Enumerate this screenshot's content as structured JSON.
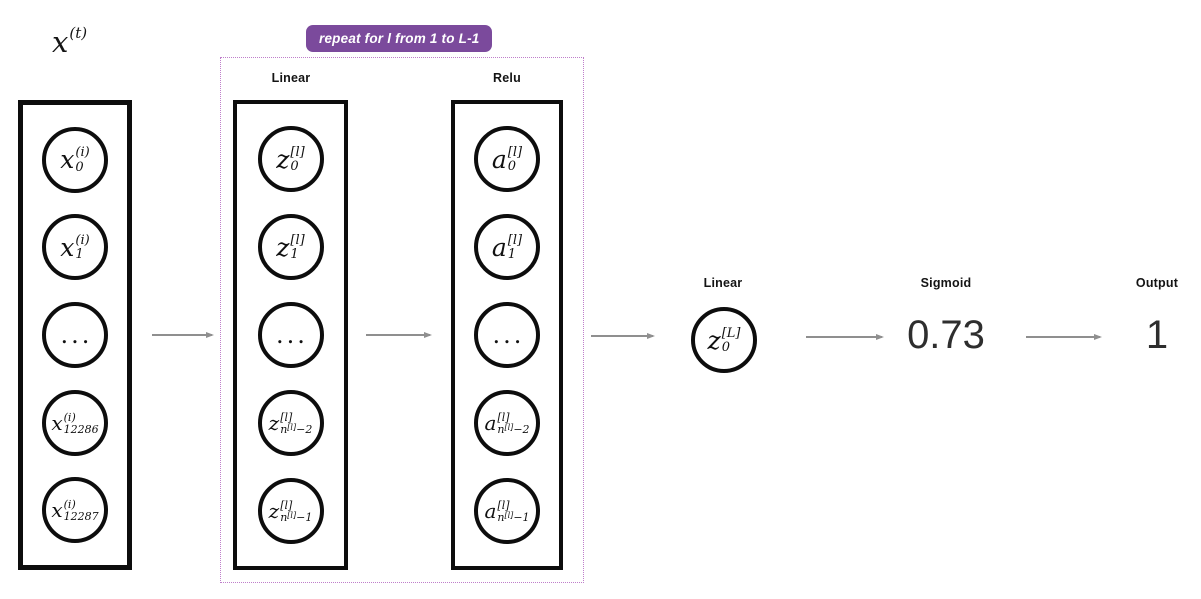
{
  "diagram": {
    "title": {
      "base": "x",
      "sup": "(t)"
    },
    "repeat": {
      "banner": "repeat for l from 1 to L-1",
      "banner_color": "#7b4a9c",
      "border_color": "#bf7fca"
    },
    "arrow_color": "#8f8f8f",
    "layers": {
      "input": {
        "nodes": [
          {
            "base": "x",
            "sup": "(i)",
            "sub_main": "0"
          },
          {
            "base": "x",
            "sup": "(i)",
            "sub_main": "1"
          },
          {
            "base": "..."
          },
          {
            "base": "x",
            "sup": "(i)",
            "sub_main": "12286"
          },
          {
            "base": "x",
            "sup": "(i)",
            "sub_main": "12287"
          }
        ]
      },
      "linear": {
        "label": "Linear",
        "nodes": [
          {
            "base": "z",
            "sup": "[l]",
            "sub_main": "0"
          },
          {
            "base": "z",
            "sup": "[l]",
            "sub_main": "1"
          },
          {
            "base": "..."
          },
          {
            "base": "z",
            "sup": "[l]",
            "sub_main": "n",
            "sub_sup": "[l]",
            "sub_end": "−2"
          },
          {
            "base": "z",
            "sup": "[l]",
            "sub_main": "n",
            "sub_sup": "[l]",
            "sub_end": "−1"
          }
        ]
      },
      "relu": {
        "label": "Relu",
        "nodes": [
          {
            "base": "a",
            "sup": "[l]",
            "sub_main": "0"
          },
          {
            "base": "a",
            "sup": "[l]",
            "sub_main": "1"
          },
          {
            "base": "..."
          },
          {
            "base": "a",
            "sup": "[l]",
            "sub_main": "n",
            "sub_sup": "[l]",
            "sub_end": "−2"
          },
          {
            "base": "a",
            "sup": "[l]",
            "sub_main": "n",
            "sub_sup": "[l]",
            "sub_end": "−1"
          }
        ]
      },
      "final_linear": {
        "label": "Linear",
        "node": {
          "base": "z",
          "sup": "[L]",
          "sub_main": "0"
        }
      },
      "sigmoid": {
        "label": "Sigmoid",
        "value": "0.73"
      },
      "output": {
        "label": "Output",
        "value": "1"
      }
    }
  }
}
